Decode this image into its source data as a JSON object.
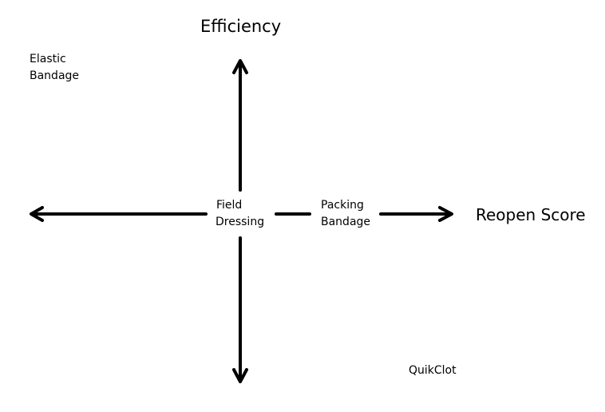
{
  "axes": {
    "vertical_label": "Efficiency",
    "horizontal_label": "Reopen Score"
  },
  "items": {
    "elastic_bandage": {
      "line1": "Elastic",
      "line2": "Bandage"
    },
    "field_dressing": {
      "line1": "Field",
      "line2": "Dressing"
    },
    "packing_bandage": {
      "line1": "Packing",
      "line2": "Bandage"
    },
    "quikclot": {
      "line1": "QuikClot"
    }
  },
  "colors": {
    "line": "#000000",
    "background": "#ffffff"
  }
}
